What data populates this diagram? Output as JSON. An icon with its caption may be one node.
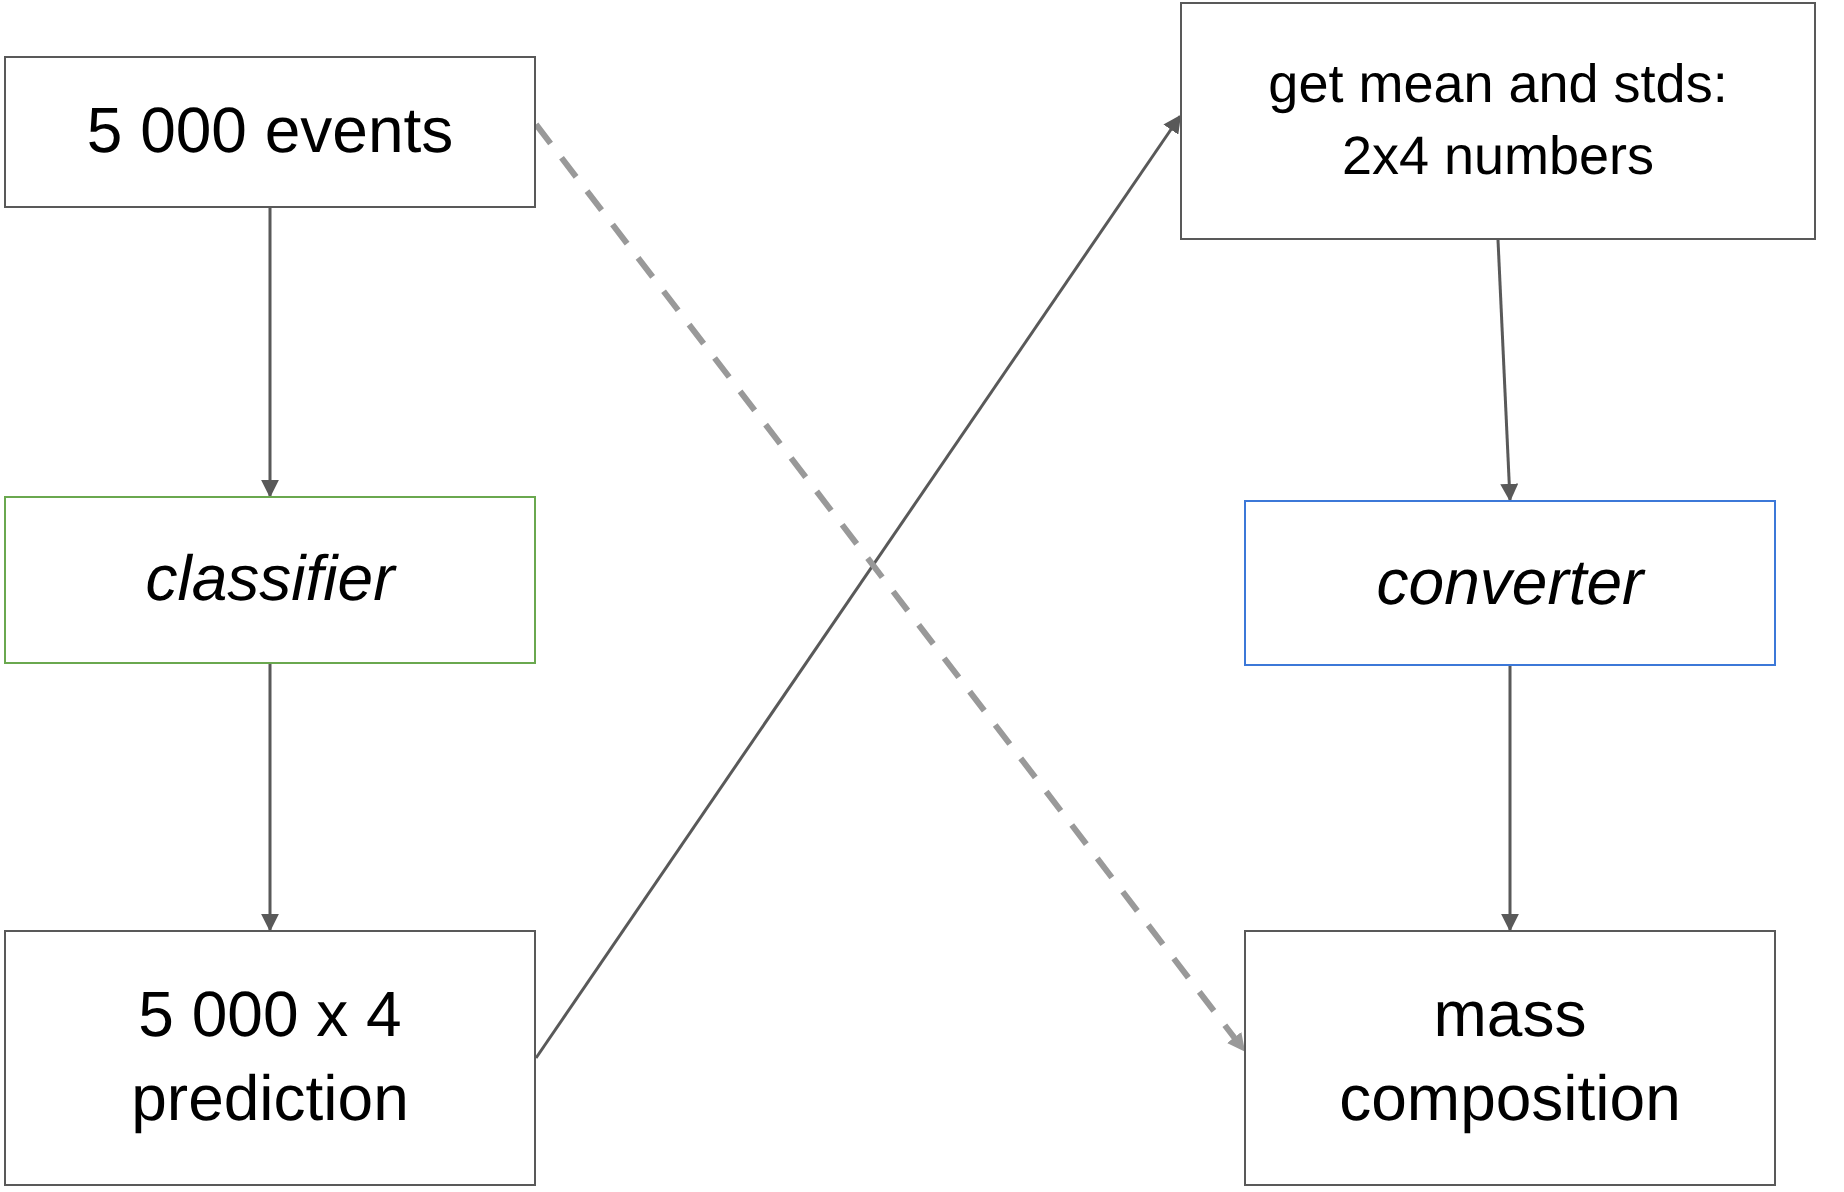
{
  "diagram": {
    "nodes": [
      {
        "text": [
          "5 000 events"
        ]
      },
      {
        "text": [
          "classifier"
        ]
      },
      {
        "text": [
          "5 000 x 4 prediction"
        ]
      },
      {
        "text": [
          "get mean and stds: 2x4 numbers"
        ]
      },
      {
        "text": [
          "converter"
        ]
      },
      {
        "text": [
          "mass composition"
        ]
      }
    ],
    "edges": [
      {
        "from": 0,
        "to": 1,
        "arrow": "to"
      },
      {
        "from": 1,
        "to": 2,
        "arrow": "to"
      },
      {
        "from": 2,
        "to": 3,
        "arrow": "to"
      },
      {
        "from": 3,
        "to": 4,
        "arrow": "to"
      },
      {
        "from": 4,
        "to": 5,
        "arrow": "to"
      },
      {
        "from": 0,
        "to": 5,
        "arrow": "to",
        "style": "dashed",
        "color": "#999999"
      }
    ]
  }
}
